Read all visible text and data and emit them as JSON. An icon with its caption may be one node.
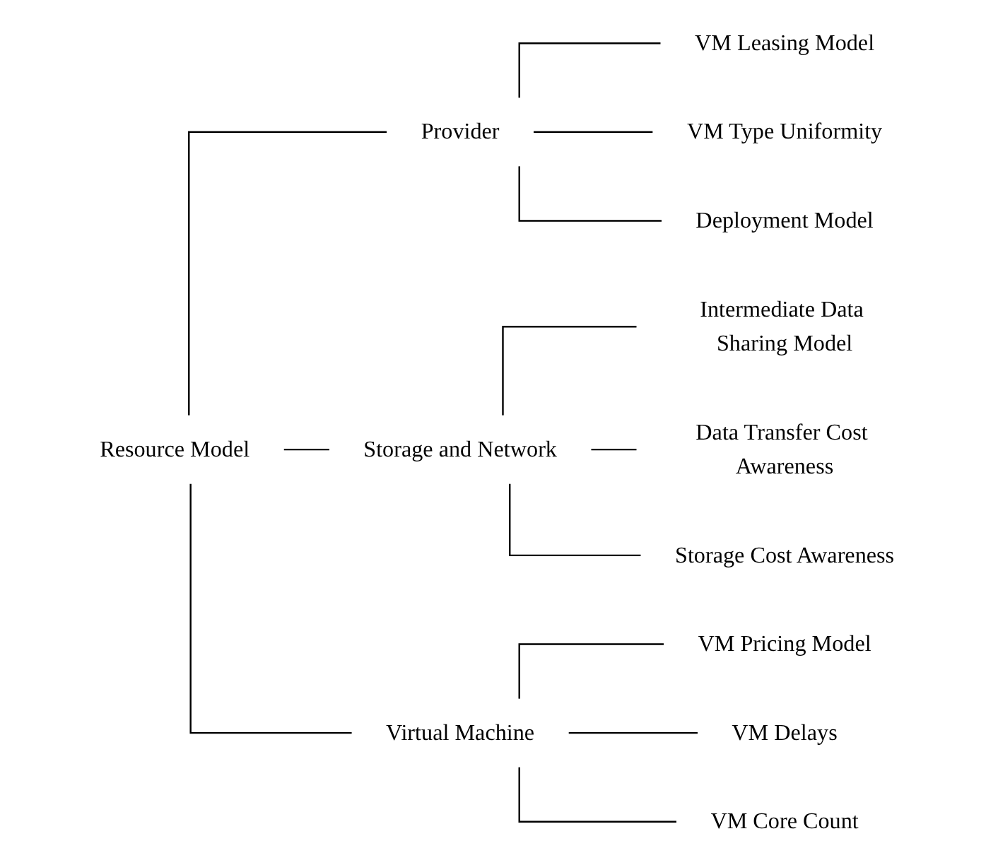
{
  "diagram": {
    "nodes": [
      {
        "text": [
          "Resource Model"
        ]
      },
      {
        "text": [
          "Provider"
        ]
      },
      {
        "text": [
          "VM Leasing Model"
        ]
      },
      {
        "text": [
          "VM Type Uniformity"
        ]
      },
      {
        "text": [
          "Deployment Model"
        ]
      },
      {
        "text": [
          "Storage and Network"
        ]
      },
      {
        "text": [
          "Intermediate Data Sharing Model"
        ]
      },
      {
        "text": [
          "Data Transfer Cost Awareness"
        ]
      },
      {
        "text": [
          "Storage Cost Awareness"
        ]
      },
      {
        "text": [
          "Virtual Machine"
        ]
      },
      {
        "text": [
          "VM Pricing Model"
        ]
      },
      {
        "text": [
          "VM Delays"
        ]
      },
      {
        "text": [
          "VM Core Count"
        ]
      }
    ],
    "edges": [
      {
        "from": 0,
        "to": 1,
        "arrow": "none"
      },
      {
        "from": 0,
        "to": 5,
        "arrow": "none"
      },
      {
        "from": 0,
        "to": 9,
        "arrow": "none"
      },
      {
        "from": 1,
        "to": 2,
        "arrow": "none"
      },
      {
        "from": 1,
        "to": 3,
        "arrow": "none"
      },
      {
        "from": 1,
        "to": 4,
        "arrow": "none"
      },
      {
        "from": 5,
        "to": 6,
        "arrow": "none"
      },
      {
        "from": 5,
        "to": 7,
        "arrow": "none"
      },
      {
        "from": 5,
        "to": 8,
        "arrow": "none"
      },
      {
        "from": 9,
        "to": 10,
        "arrow": "none"
      },
      {
        "from": 9,
        "to": 11,
        "arrow": "none"
      },
      {
        "from": 9,
        "to": 12,
        "arrow": "none"
      }
    ]
  }
}
